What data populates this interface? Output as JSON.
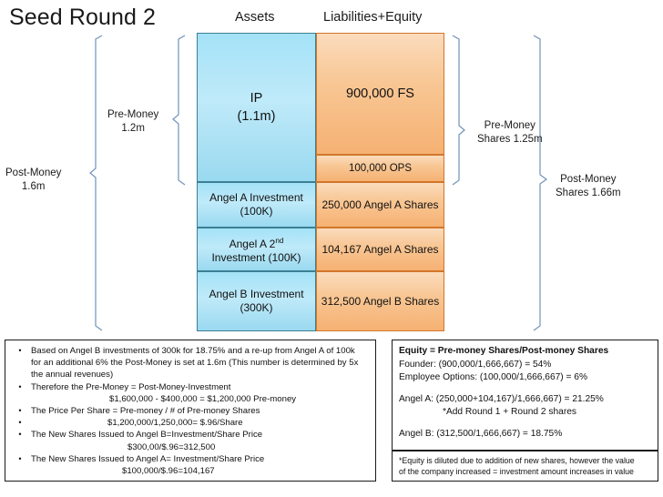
{
  "slide": {
    "title": "Seed Round 2"
  },
  "headers": {
    "assets": "Assets",
    "liabilities_equity": "Liabilities+Equity"
  },
  "balance_sheet": {
    "assets": [
      {
        "line1": "IP",
        "line2": "(1.1m)"
      },
      {
        "line1": "Angel A Investment",
        "line2": "(100K)"
      },
      {
        "line1": "Angel A 2",
        "sup": "nd",
        "line2": "Investment (100K)"
      },
      {
        "line1": "Angel B Investment",
        "line2": "(300K)"
      }
    ],
    "liabilities_equity": [
      {
        "line1": "900,000 FS"
      },
      {
        "line1": "100,000 OPS"
      },
      {
        "line1": "250,000 Angel A Shares"
      },
      {
        "line1": "104,167 Angel A Shares"
      },
      {
        "line1": "312,500 Angel B Shares"
      }
    ]
  },
  "brackets": {
    "pre_money": "Pre-Money\n1.2m",
    "pre_money_l1": "Pre-Money",
    "pre_money_l2": "1.2m",
    "post_money_l1": "Post-Money",
    "post_money_l2": "1.6m",
    "pre_shares_l1": "Pre-Money",
    "pre_shares_l2": "Shares 1.25m",
    "post_shares_l1": "Post-Money",
    "post_shares_l2": "Shares 1.66m"
  },
  "notes_left": {
    "bullets": [
      {
        "text": "Based on Angel B investments of 300k for 18.75% and a re-up from Angel A of 100k for an additional 6% the Post-Money is set at 1.6m (This number is determined by 5x the annual revenues)"
      },
      {
        "text": "Therefore the Pre-Money = Post-Money-Investment",
        "sub": "$1,600,000 - $400,000 = $1,200,000 Pre-money"
      },
      {
        "text": "The Price Per Share = Pre-money / # of Pre-money Shares"
      },
      {
        "text": "$1,200,000/1,250,000= $.96/Share",
        "is_centered": true
      },
      {
        "text": "The New Shares Issued to Angel B=Investment/Share Price",
        "sub": "$300,00/$.96=312,500"
      },
      {
        "text": "The New Shares Issued to Angel A= Investment/Share Price",
        "sub": "$100,000/$.96=104,167"
      }
    ],
    "bullet_glyph": "•"
  },
  "notes_right": {
    "heading": "Equity = Pre-money Shares/Post-money Shares",
    "founder": "Founder: (900,000/1,666,667) = 54%",
    "employee_options": "Employee Options: (100,000/1,666,667) = 6%",
    "angel_a": "Angel A: (250,000+104,167)/1,666,667) = 21.25%",
    "angel_a_note": "*Add Round 1 + Round 2 shares",
    "angel_b": "Angel B: (312,500/1,666,667) =  18.75%"
  },
  "footnote": {
    "line1": "*Equity is diluted due to addition of new shares, however the value",
    "line2": "of the company increased = investment amount increases in value"
  },
  "colors": {
    "asset_fill": "#bfeaf9",
    "asset_border": "#3c7f93",
    "le_fill": "#f8c795",
    "le_border": "#d2762a",
    "bracket_stroke": "#6f93b8",
    "text": "#111111"
  }
}
